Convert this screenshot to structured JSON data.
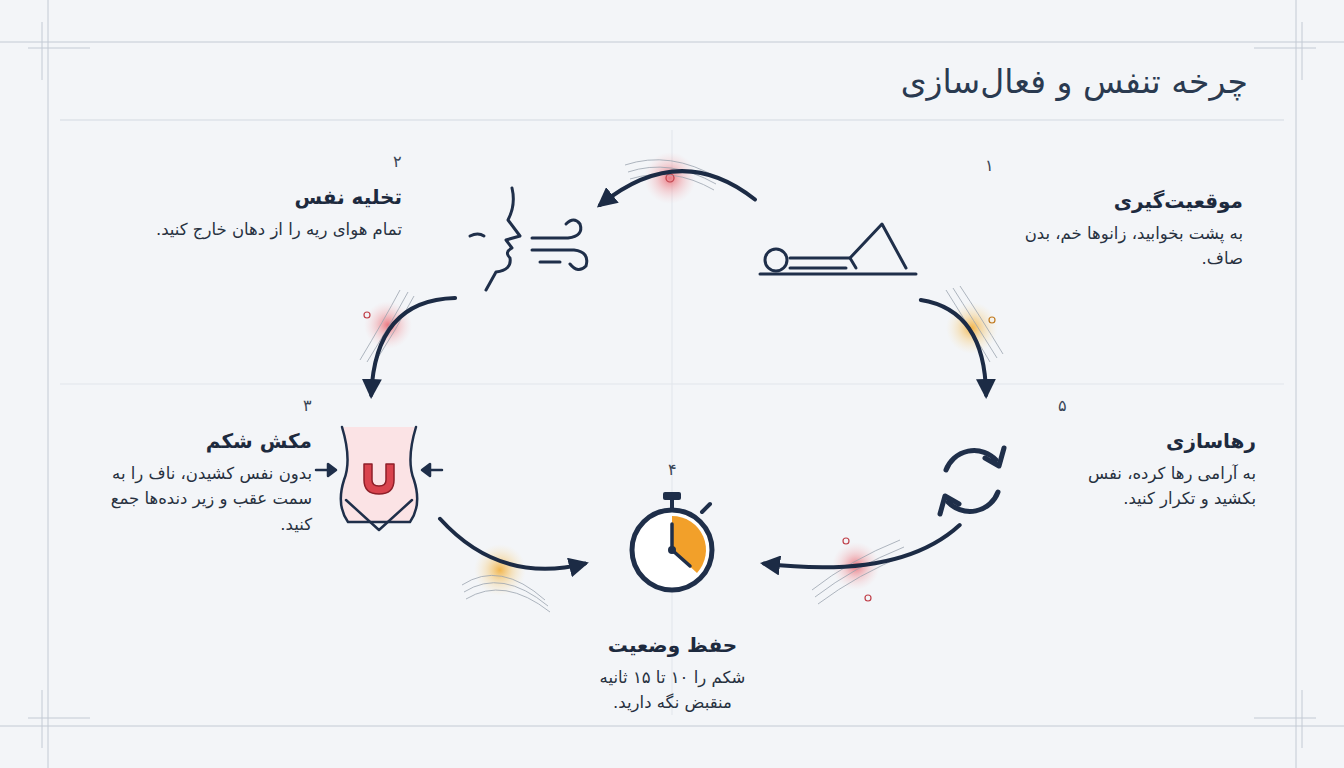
{
  "diagram": {
    "title": "چرخه تنفس و فعال‌سازی",
    "nodes": [
      {
        "text": [
          "۱",
          "موقعیت‌گیری",
          "به پشت بخوابید، زانوها خم، بدن صاف."
        ]
      },
      {
        "text": [
          "۲",
          "تخلیه نفس",
          "تمام هوای ریه را از دهان خارج کنید."
        ]
      },
      {
        "text": [
          "۳",
          "مکش شکم",
          "بدون نفس کشیدن، ناف را به سمت عقب و زیر دنده‌ها جمع کنید."
        ]
      },
      {
        "text": [
          "۴",
          "حفظ وضعیت",
          "شکم را ۱۰ تا ۱۵ ثانیه منقبض نگه دارید."
        ]
      },
      {
        "text": [
          "۵",
          "رهاسازی",
          "به آرامی رها کرده، نفس بکشید و تکرار کنید."
        ]
      }
    ],
    "edges": [
      {
        "from": 0,
        "to": 1,
        "arrow": "to"
      },
      {
        "from": 1,
        "to": 2,
        "arrow": "to"
      },
      {
        "from": 2,
        "to": 3,
        "arrow": "to"
      },
      {
        "from": 0,
        "to": 4,
        "arrow": "to"
      },
      {
        "from": 4,
        "to": 3,
        "arrow": "to"
      }
    ]
  }
}
